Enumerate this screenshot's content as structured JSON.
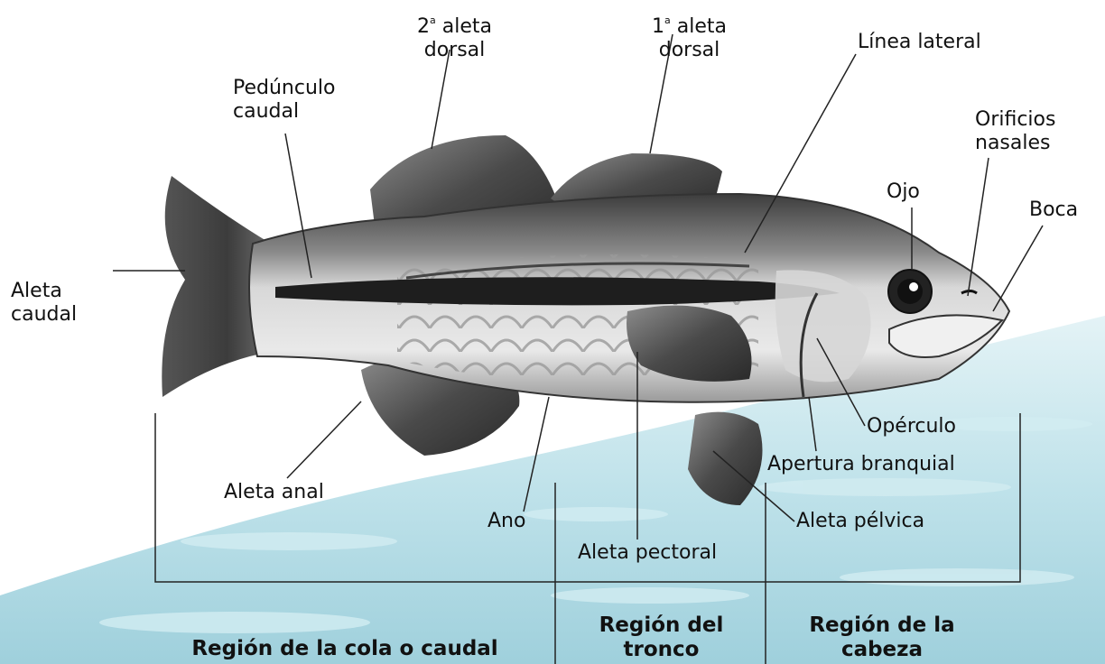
{
  "labels": {
    "dorsal2": {
      "ordinal": "2",
      "sup": "a",
      "line1": "aleta",
      "line2": "dorsal"
    },
    "dorsal1": {
      "ordinal": "1",
      "sup": "a",
      "line1": "aleta",
      "line2": "dorsal"
    },
    "linea_lateral": "Línea lateral",
    "pedunculo": {
      "line1": "Pedúnculo",
      "line2": "caudal"
    },
    "orificios": {
      "line1": "Orificios",
      "line2": "nasales"
    },
    "ojo": "Ojo",
    "boca": "Boca",
    "aleta_caudal": {
      "line1": "Aleta",
      "line2": "caudal"
    },
    "operculo": "Opérculo",
    "apertura": "Apertura branquial",
    "aleta_anal": "Aleta anal",
    "ano": "Ano",
    "aleta_pelvica": "Aleta pélvica",
    "aleta_pectoral": "Aleta pectoral"
  },
  "regions": {
    "cola": "Región de la cola o caudal",
    "tronco": {
      "line1": "Región del",
      "line2": "tronco"
    },
    "cabeza": {
      "line1": "Región de la",
      "line2": "cabeza"
    }
  },
  "colors": {
    "water_light": "#d9eef3",
    "water_mid": "#a8d6e2",
    "fish_dark": "#3a3a3a",
    "fish_mid": "#7a7a7a",
    "fish_light": "#e6e6e6",
    "line": "#222222"
  }
}
